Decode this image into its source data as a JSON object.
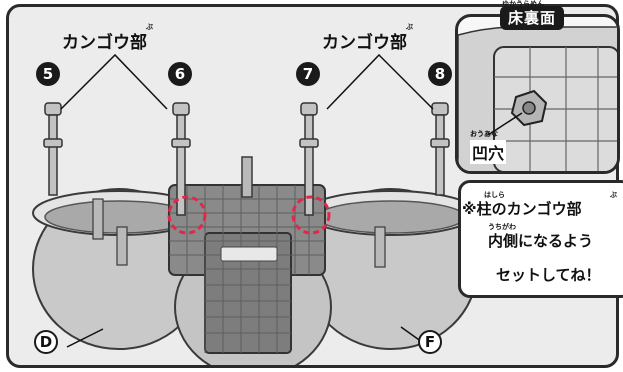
{
  "callouts": {
    "left_label": "カンゴウ部",
    "right_label": "カンゴウ部",
    "ruby_bu": "ぶ"
  },
  "numbers": {
    "n5": "5",
    "n6": "6",
    "n7": "7",
    "n8": "8"
  },
  "letters": {
    "d": "D",
    "f": "F"
  },
  "inset": {
    "title": "床裏面",
    "title_ruby": "ゆかうらめん",
    "hole_label": "凹穴",
    "hole_ruby": "おうあな"
  },
  "note": {
    "line1": "※柱のカンゴウ部",
    "line1_ruby_hashira": "はしら",
    "line1_ruby_bu": "ぶ",
    "line2": "内側になるよう",
    "line2_ruby": "うちがわ",
    "line3": "セットしてね！"
  },
  "colors": {
    "frame": "#2a2a2a",
    "background": "#ececec",
    "dashed_highlight": "#e0284a"
  }
}
